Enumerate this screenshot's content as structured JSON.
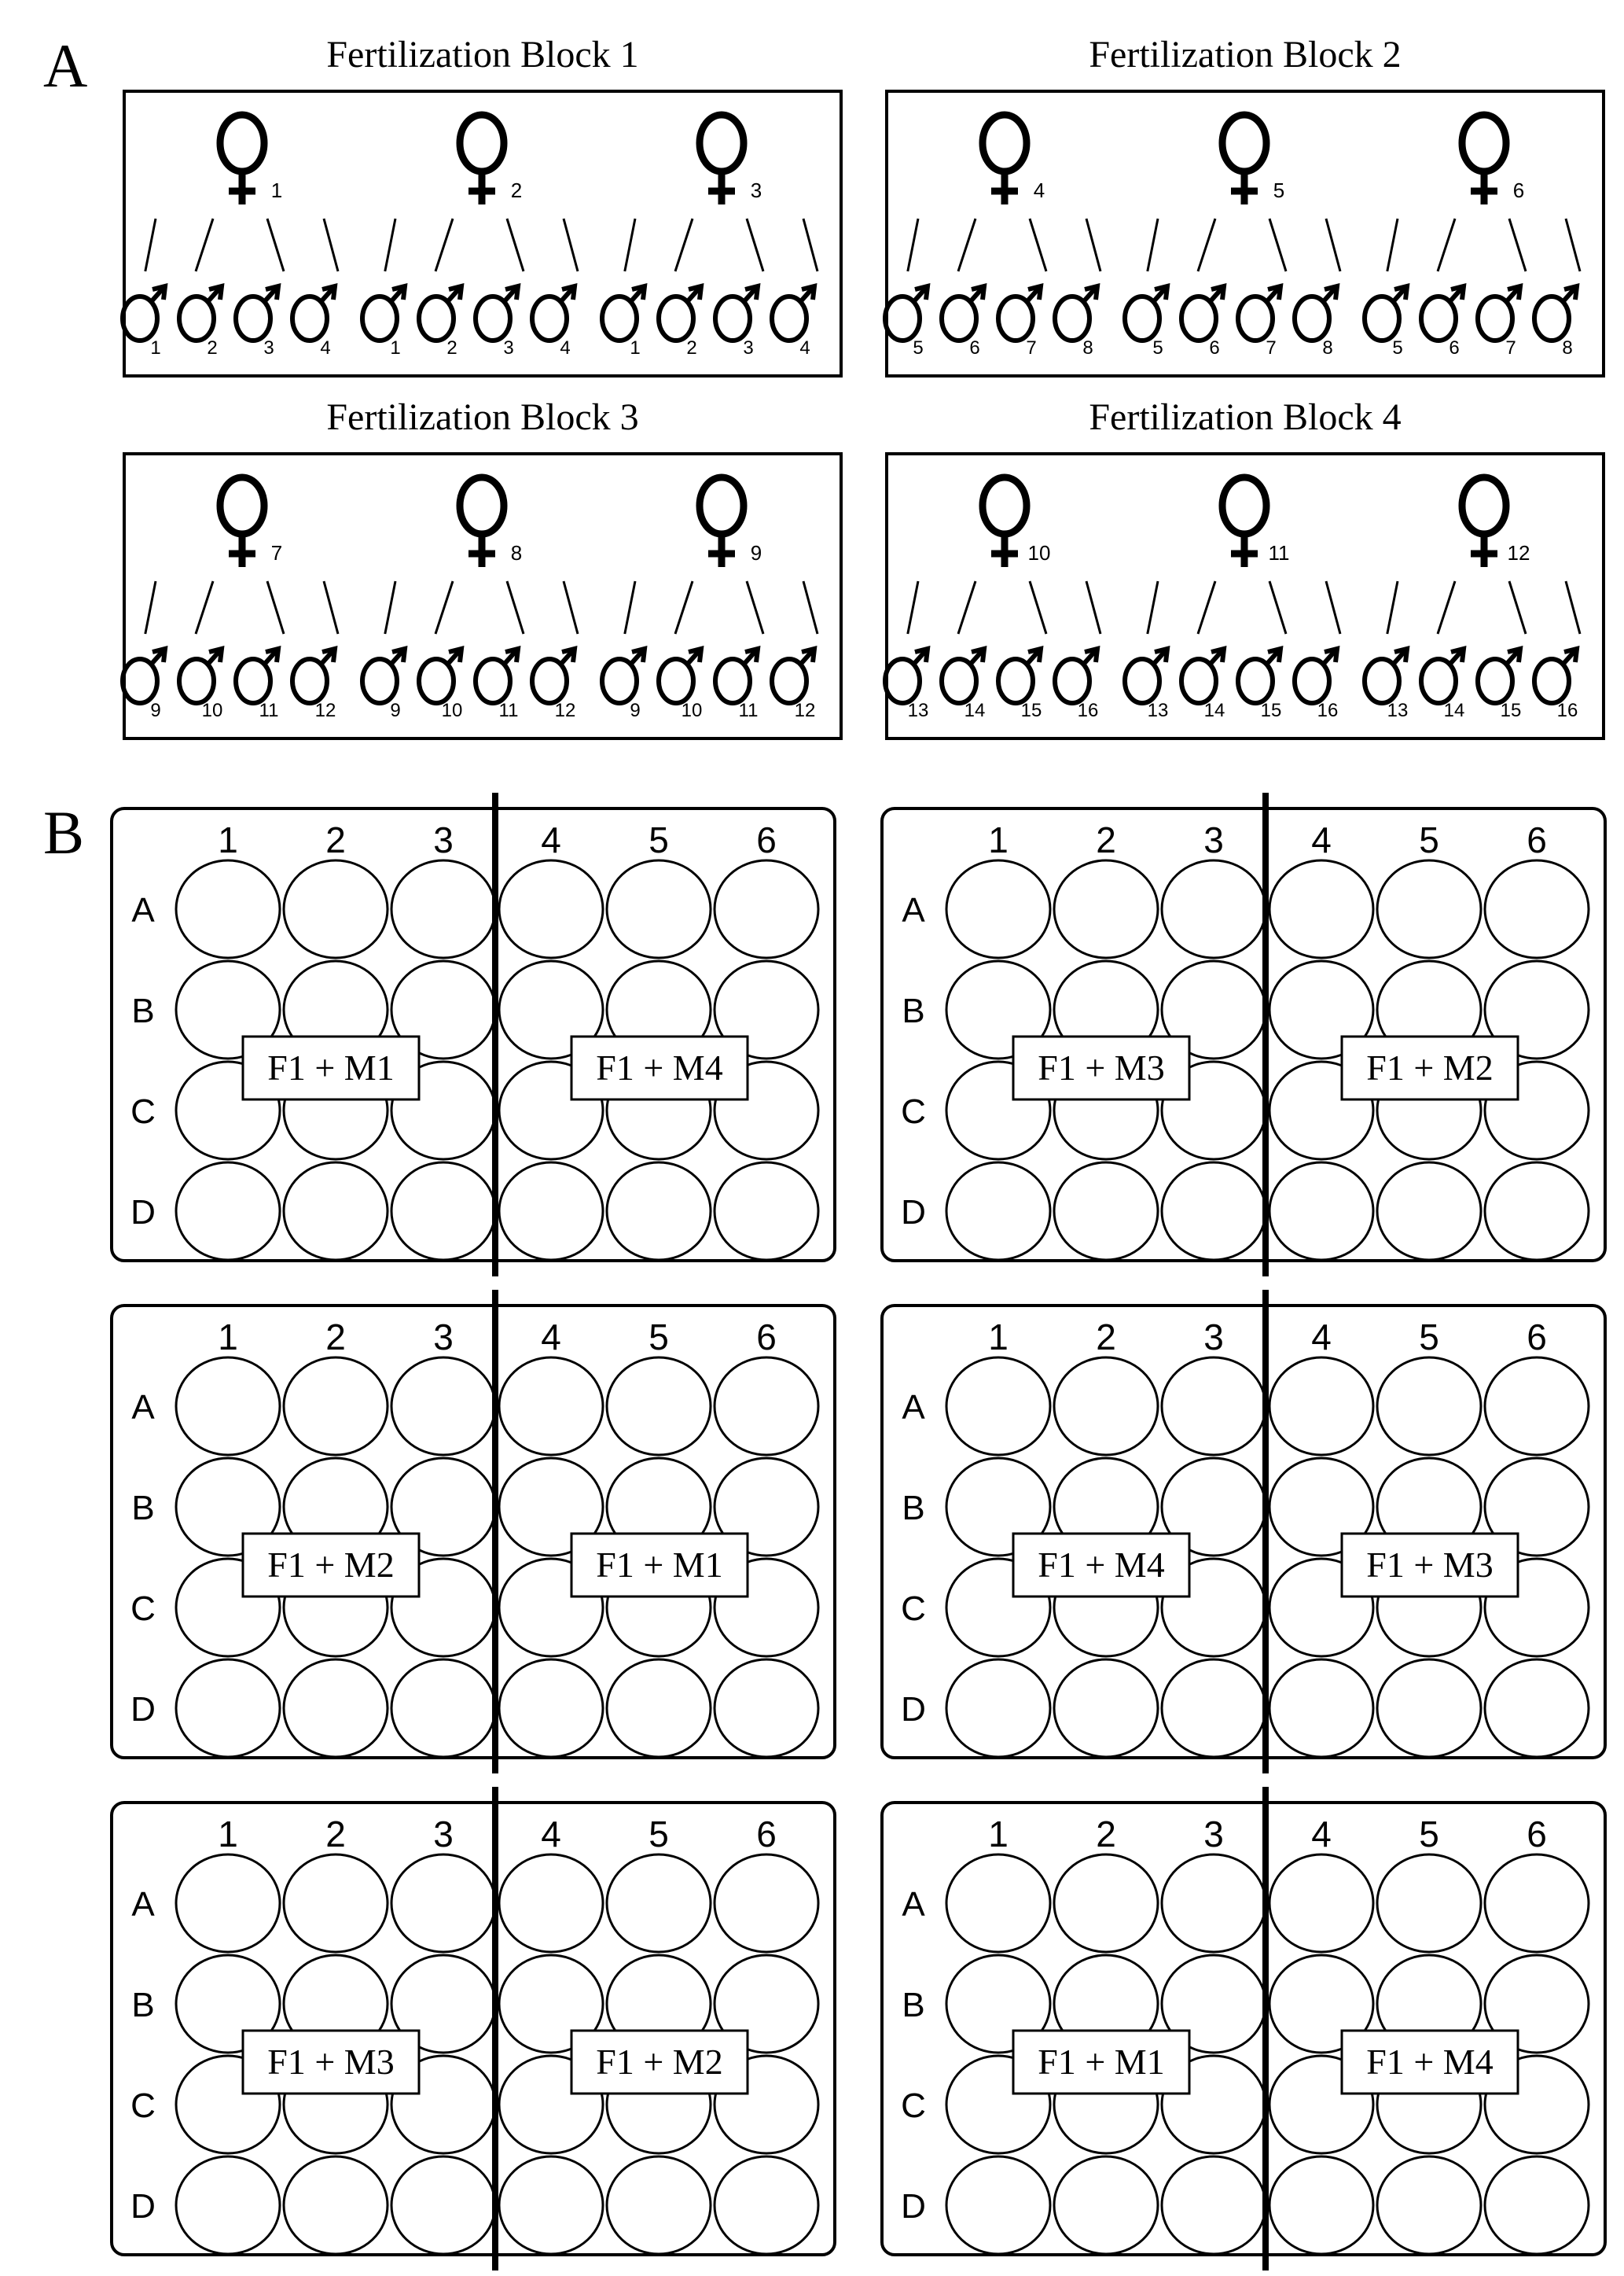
{
  "panel_a": {
    "label": "A",
    "blocks": [
      {
        "title": "Fertilization Block 1",
        "groups": [
          {
            "female": "1",
            "males": [
              "1",
              "2",
              "3",
              "4"
            ]
          },
          {
            "female": "2",
            "males": [
              "1",
              "2",
              "3",
              "4"
            ]
          },
          {
            "female": "3",
            "males": [
              "1",
              "2",
              "3",
              "4"
            ]
          }
        ]
      },
      {
        "title": "Fertilization Block 2",
        "groups": [
          {
            "female": "4",
            "males": [
              "5",
              "6",
              "7",
              "8"
            ]
          },
          {
            "female": "5",
            "males": [
              "5",
              "6",
              "7",
              "8"
            ]
          },
          {
            "female": "6",
            "males": [
              "5",
              "6",
              "7",
              "8"
            ]
          }
        ]
      },
      {
        "title": "Fertilization Block 3",
        "groups": [
          {
            "female": "7",
            "males": [
              "9",
              "10",
              "11",
              "12"
            ]
          },
          {
            "female": "8",
            "males": [
              "9",
              "10",
              "11",
              "12"
            ]
          },
          {
            "female": "9",
            "males": [
              "9",
              "10",
              "11",
              "12"
            ]
          }
        ]
      },
      {
        "title": "Fertilization Block 4",
        "groups": [
          {
            "female": "10",
            "males": [
              "13",
              "14",
              "15",
              "16"
            ]
          },
          {
            "female": "11",
            "males": [
              "13",
              "14",
              "15",
              "16"
            ]
          },
          {
            "female": "12",
            "males": [
              "13",
              "14",
              "15",
              "16"
            ]
          }
        ]
      }
    ]
  },
  "panel_b": {
    "label": "B",
    "columns": [
      "1",
      "2",
      "3",
      "4",
      "5",
      "6"
    ],
    "rows": [
      "A",
      "B",
      "C",
      "D"
    ],
    "plates": [
      {
        "left": "F1 + M1",
        "right": "F1 + M4"
      },
      {
        "left": "F1 + M3",
        "right": "F1 + M2"
      },
      {
        "left": "F1 + M2",
        "right": "F1 + M1"
      },
      {
        "left": "F1 + M4",
        "right": "F1 + M3"
      },
      {
        "left": "F1 + M3",
        "right": "F1 + M2"
      },
      {
        "left": "F1 + M1",
        "right": "F1 + M4"
      }
    ]
  }
}
